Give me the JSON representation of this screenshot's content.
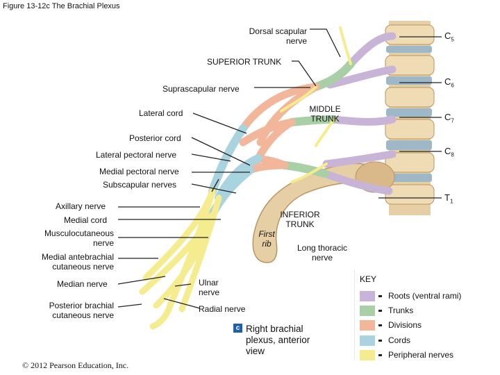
{
  "figure_title": "Figure 13-12c  The Brachial Plexus",
  "labels": {
    "dorsal_scapular": "Dorsal scapular\nnerve",
    "superior_trunk": "SUPERIOR TRUNK",
    "suprascapular": "Suprascapular nerve",
    "lateral_cord": "Lateral cord",
    "middle_trunk": "MIDDLE\nTRUNK",
    "posterior_cord": "Posterior cord",
    "lateral_pectoral": "Lateral pectoral nerve",
    "medial_pectoral": "Medial pectoral nerve",
    "subscapular": "Subscapular nerves",
    "axillary": "Axillary nerve",
    "medial_cord": "Medial cord",
    "musculocutaneous": "Musculocutaneous\nnerve",
    "medial_antebrachial": "Medial antebrachial\ncutaneous nerve",
    "median": "Median nerve",
    "posterior_brachial": "Posterior brachial\ncutaneous nerve",
    "inferior_trunk": "INFERIOR\nTRUNK",
    "first_rib": "First\nrib",
    "long_thoracic": "Long thoracic\nnerve",
    "ulnar": "Ulnar\nnerve",
    "radial": "Radial nerve",
    "c5": "C",
    "c5_sub": "5",
    "c6": "C",
    "c6_sub": "6",
    "c7": "C",
    "c7_sub": "7",
    "c8": "C",
    "c8_sub": "8",
    "t1": "T",
    "t1_sub": "1"
  },
  "caption": "Right brachial\nplexus, anterior\nview",
  "key": {
    "title": "KEY",
    "items": [
      {
        "label": "Roots (ventral rami)",
        "color": "#c8b4d6"
      },
      {
        "label": "Trunks",
        "color": "#a9cfa7"
      },
      {
        "label": "Divisions",
        "color": "#f2b69a"
      },
      {
        "label": "Cords",
        "color": "#a9d3de"
      },
      {
        "label": "Peripheral nerves",
        "color": "#f4ec8e"
      }
    ]
  },
  "copyright": "© 2012 Pearson Education, Inc.",
  "colors": {
    "roots": "#c8b4d6",
    "trunks": "#a9cfa7",
    "divisions": "#f2b69a",
    "cords": "#a9d3de",
    "peripheral": "#f4ec8e",
    "bone": "#e6cfa4",
    "bone_shade": "#c9a677"
  }
}
